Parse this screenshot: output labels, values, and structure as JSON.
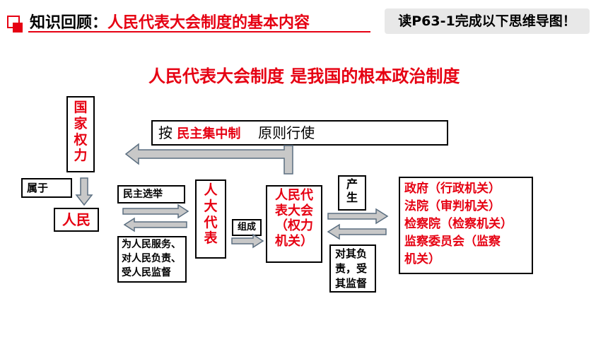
{
  "header": {
    "title_prefix": "知识回顾：",
    "title_main": "人民代表大会制度的基本内容",
    "task": "读P63-1完成以下思维导图！"
  },
  "diagram": {
    "main_title": "人民代表大会制度 是我国的根本政治制度",
    "state_power": "国\n家\n权\n力",
    "principle_prefix": "按",
    "principle_highlight": "民主集中制",
    "principle_suffix": "原则行使",
    "belongs_to": "属于",
    "people": "人民",
    "democratic_election": "民主选举",
    "serve_people": "为人民服务、\n对人民负责、\n受人民监督",
    "deputies": "人\n大\n代\n表",
    "compose": "组成",
    "npc": "人民代\n表大会\n（权力\n机关）",
    "produce": "产\n生",
    "responsible": "对其负\n责，受\n其监督",
    "organs": "政府（行政机关）\n法院（审判机关）\n检察院（检察机关）\n监察委员会（监察\n机关）"
  },
  "colors": {
    "accent_red": "#e60012",
    "arrow_fill": "#c8c8c8",
    "arrow_stroke": "#5a6e80"
  }
}
